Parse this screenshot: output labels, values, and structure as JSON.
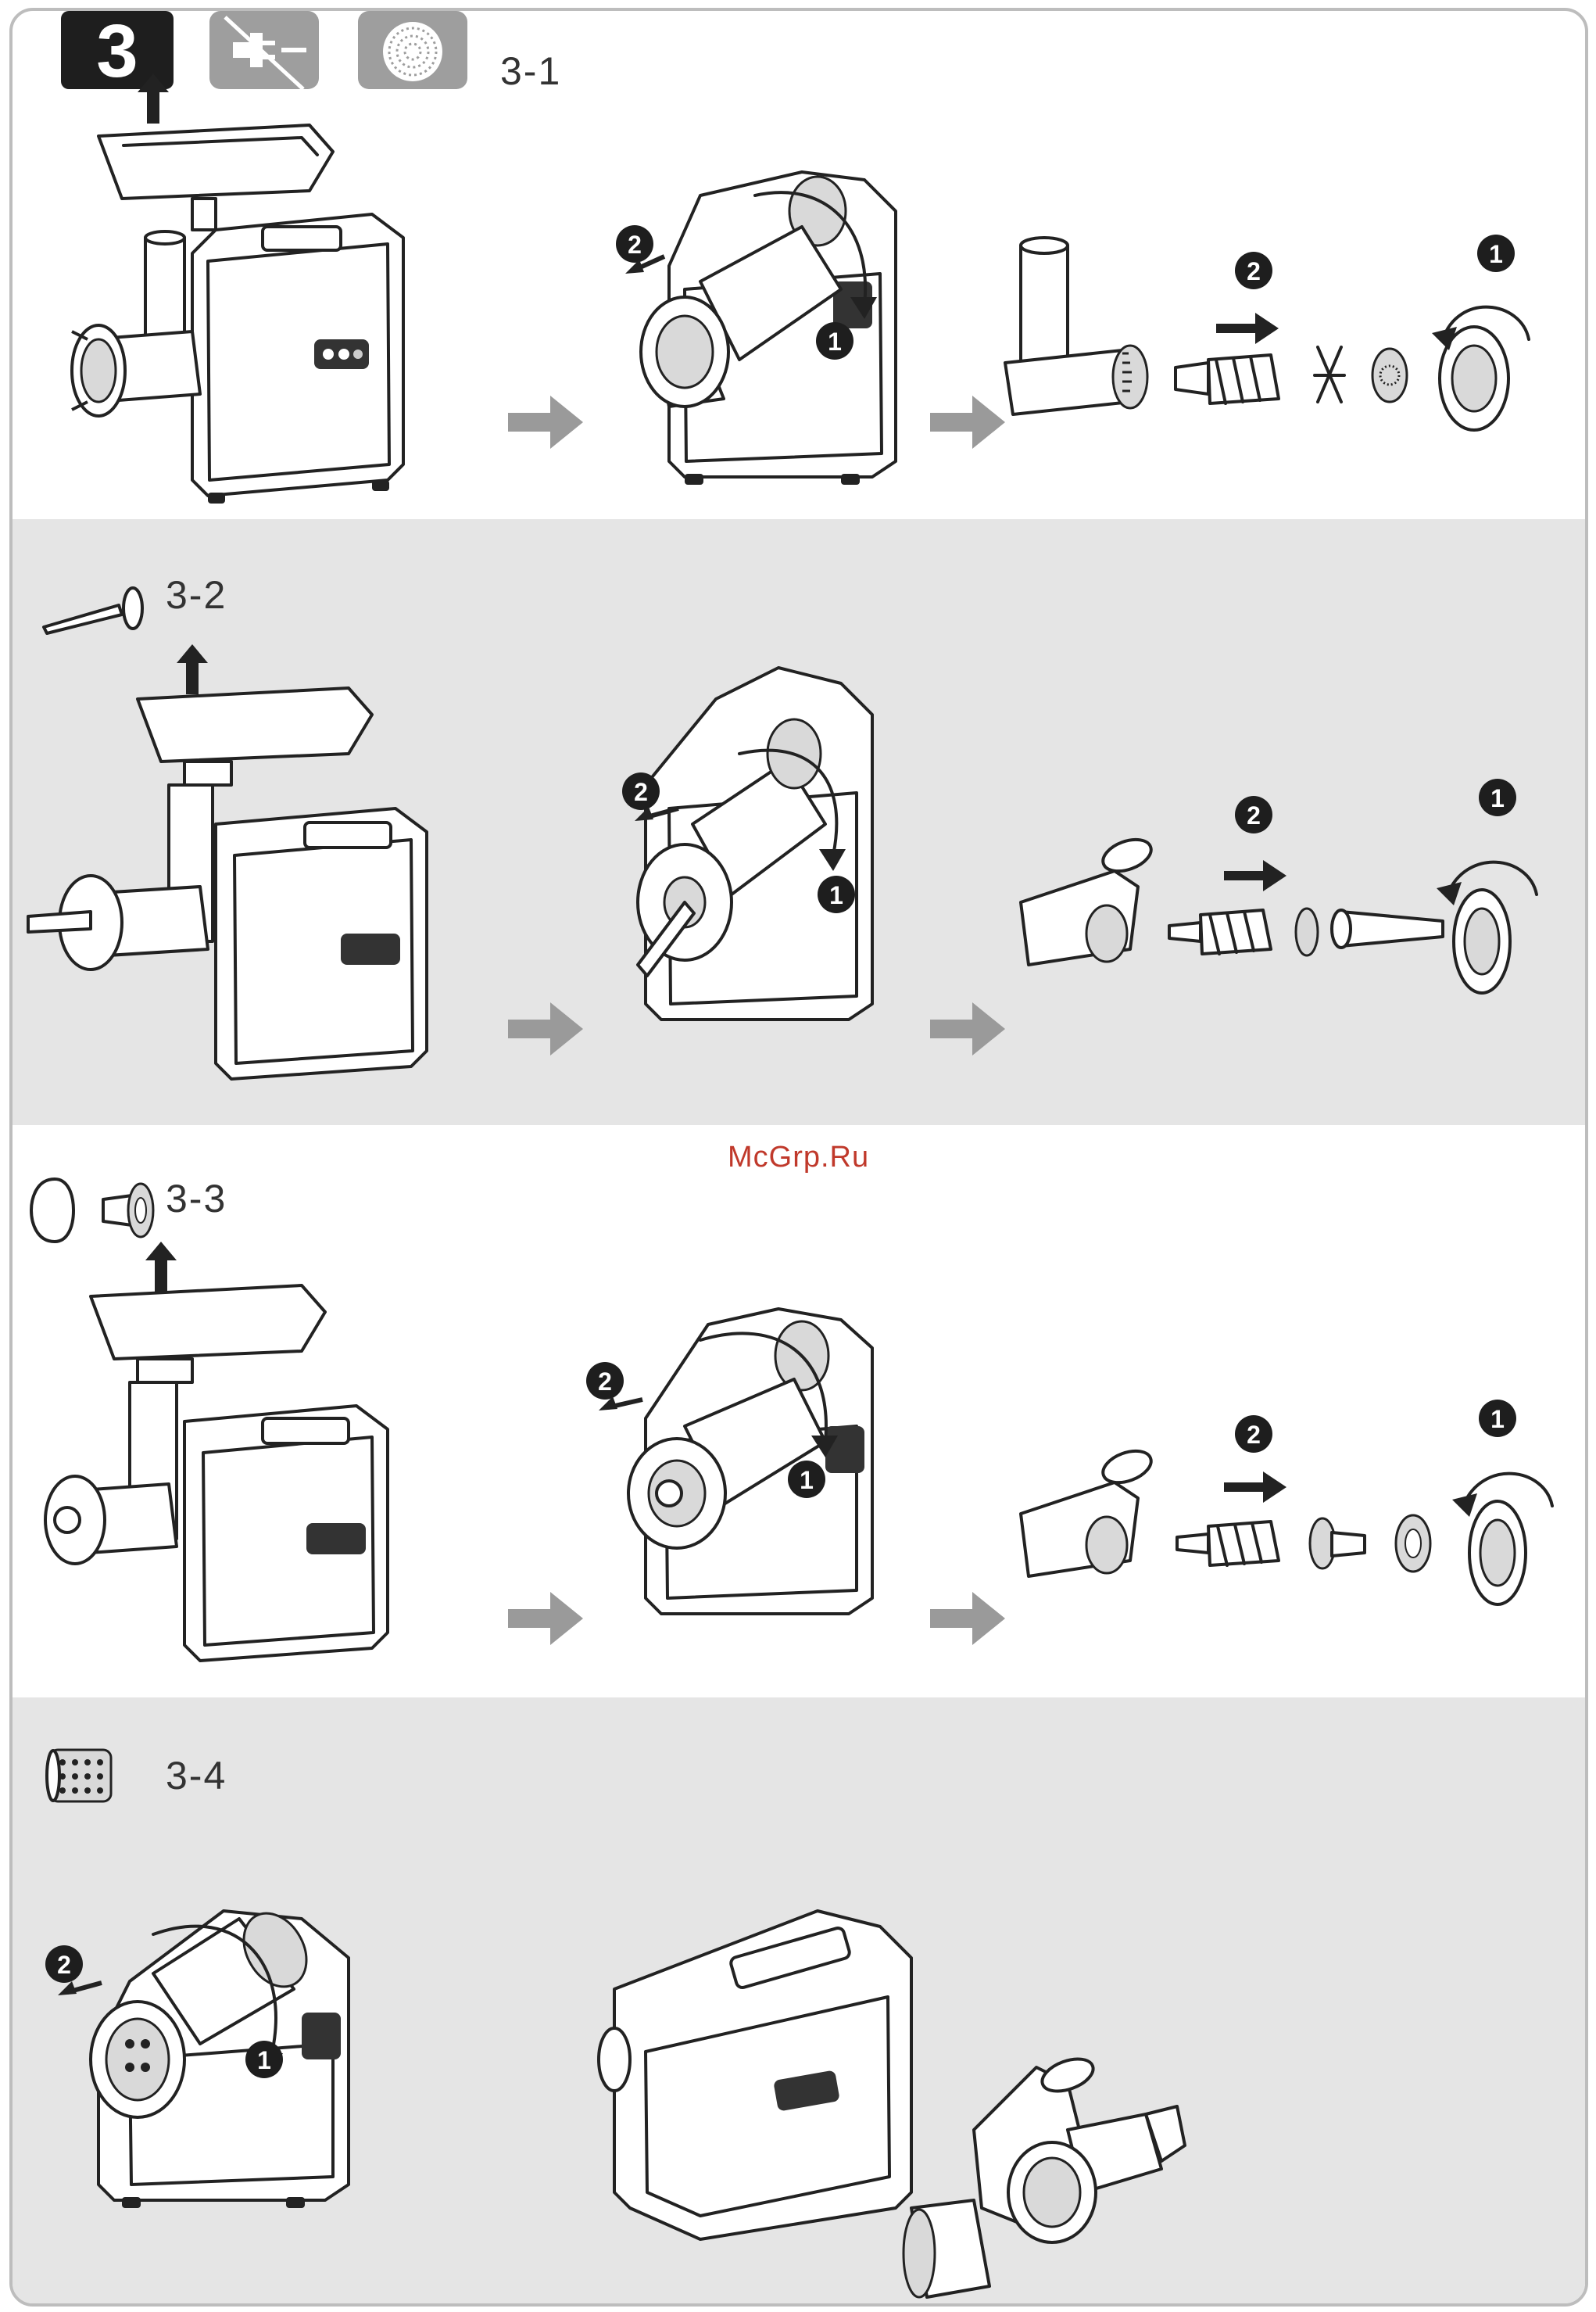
{
  "header": {
    "step_number": "3",
    "icons": [
      "unplug-icon",
      "mincing-plate-icon"
    ]
  },
  "sections": [
    {
      "label": "3-1",
      "icon": "mincing-plate-icon"
    },
    {
      "label": "3-2",
      "icon": "sausage-nozzle-icon"
    },
    {
      "label": "3-3",
      "icon": "kebbe-accessory-icon"
    },
    {
      "label": "3-4",
      "icon": "grater-drum-icon"
    }
  ],
  "markers": {
    "one": "1",
    "two": "2"
  },
  "watermark": "McGrp.Ru"
}
